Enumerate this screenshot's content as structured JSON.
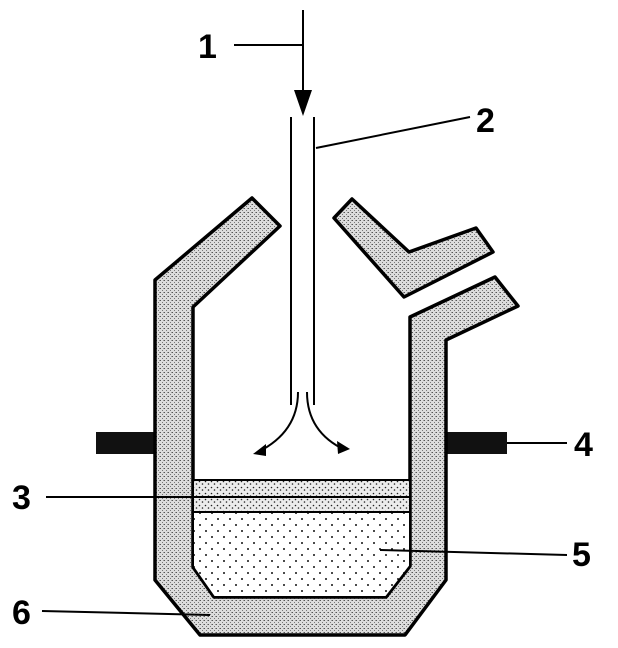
{
  "colors": {
    "outline": "#000000",
    "refractory": "#c8c8c8",
    "slag": "#d9d9d9",
    "bath": "#efefef"
  },
  "labels": {
    "l1": "1",
    "l2": "2",
    "l3": "3",
    "l4": "4",
    "l5": "5",
    "l6": "6"
  }
}
